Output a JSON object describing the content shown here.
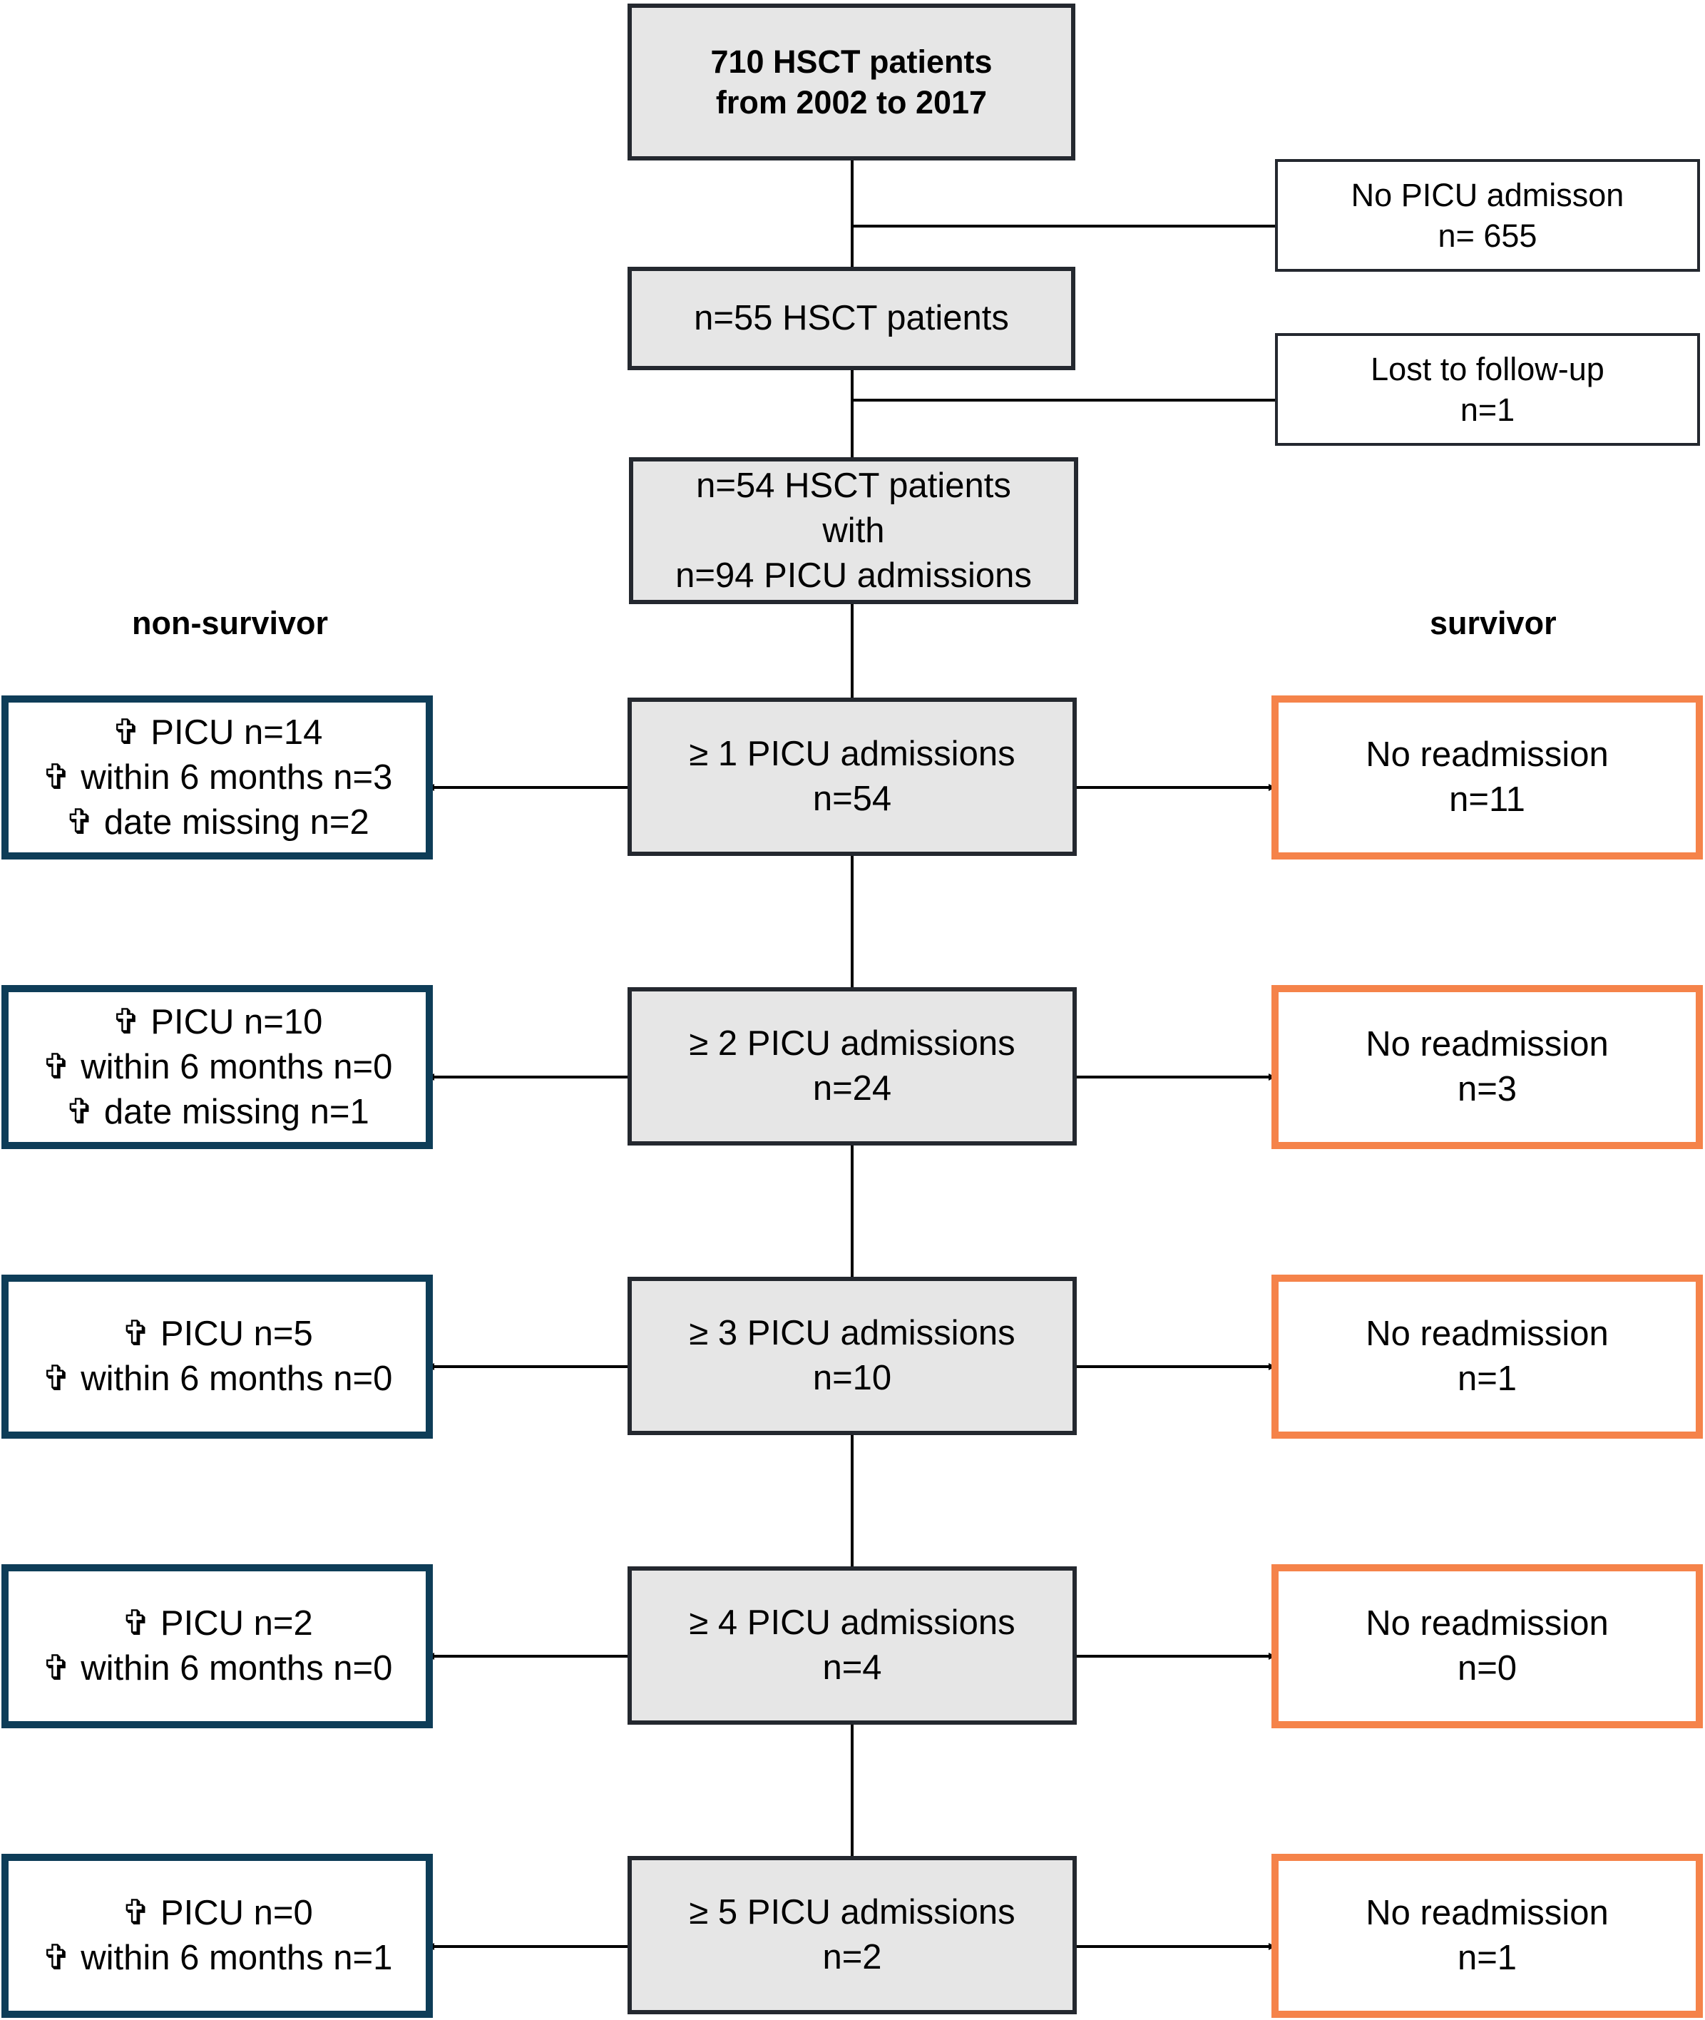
{
  "top": {
    "line1": "710 HSCT patients",
    "line2": "from 2002 to 2017"
  },
  "exclusions": [
    {
      "line1": "No PICU admisson",
      "line2": "n= 655"
    },
    {
      "line1": "Lost to follow-up",
      "line2": "n=1"
    }
  ],
  "step2": {
    "line1": "n=55 HSCT patients"
  },
  "step3": {
    "line1": "n=54 HSCT patients",
    "line2": "with",
    "line3": "n=94 PICU admissions"
  },
  "headers": {
    "left": "non-survivor",
    "right": "survivor"
  },
  "levels": [
    {
      "center": {
        "line1": "≥ 1 PICU admissions",
        "line2": "n=54"
      },
      "left": {
        "line1": "✞ PICU n=14",
        "line2": "✞ within 6 months n=3",
        "line3": "✞ date missing n=2"
      },
      "right": {
        "line1": "No readmission",
        "line2": "n=11"
      }
    },
    {
      "center": {
        "line1": "≥ 2 PICU admissions",
        "line2": "n=24"
      },
      "left": {
        "line1": "✞ PICU n=10",
        "line2": "✞ within 6 months n=0",
        "line3": "✞ date missing n=1"
      },
      "right": {
        "line1": "No readmission",
        "line2": "n=3"
      }
    },
    {
      "center": {
        "line1": "≥ 3 PICU admissions",
        "line2": "n=10"
      },
      "left": {
        "line1": "✞ PICU n=5",
        "line2": "✞ within 6 months n=0"
      },
      "right": {
        "line1": "No readmission",
        "line2": "n=1"
      }
    },
    {
      "center": {
        "line1": "≥ 4 PICU admissions",
        "line2": "n=4"
      },
      "left": {
        "line1": "✞ PICU n=2",
        "line2": "✞ within 6 months n=0"
      },
      "right": {
        "line1": "No readmission",
        "line2": "n=0"
      }
    },
    {
      "center": {
        "line1": "≥ 5 PICU admissions",
        "line2": "n=2"
      },
      "left": {
        "line1": "✞ PICU n=0",
        "line2": "✞ within 6 months n=1"
      },
      "right": {
        "line1": "No readmission",
        "line2": "n=1"
      }
    }
  ]
}
